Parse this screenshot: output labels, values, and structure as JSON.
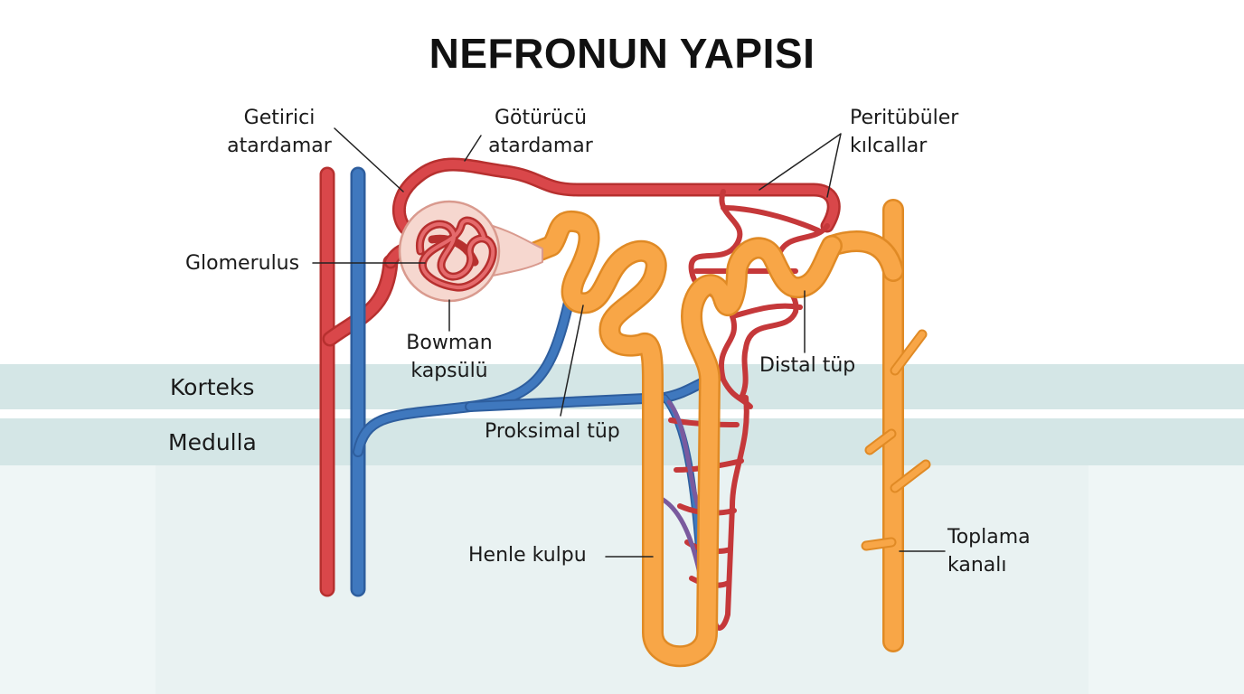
{
  "title": "NEFRONUN YAPISI",
  "zones": {
    "korteks": "Korteks",
    "medulla": "Medulla"
  },
  "labels": {
    "getirici_atardamar": [
      "Getirici",
      "atardamar"
    ],
    "goturucu_atardamar": [
      "Götürücü",
      "atardamar"
    ],
    "peritubuler_kilcallar": [
      "Peritübüler",
      "kılcallar"
    ],
    "glomerulus": "Glomerulus",
    "bowman_kapsulu": [
      "Bowman",
      "kapsülü"
    ],
    "distal_tup": "Distal tüp",
    "proksimal_tup": "Proksimal tüp",
    "henle_kulpu": "Henle kulpu",
    "toplama_kanali": [
      "Toplama",
      "kanalı"
    ]
  },
  "colors": {
    "artery": "#d9474a",
    "artery_outline": "#b7302f",
    "vein": "#3f78be",
    "vein_outline": "#2e5e9e",
    "tubule": "#f8a647",
    "tubule_outline": "#e08a25",
    "capsule": "#f6d7cf",
    "korteks_band": "#d4e6e6",
    "medulla_band": "#d4e6e6",
    "text": "#1a1a1a"
  }
}
